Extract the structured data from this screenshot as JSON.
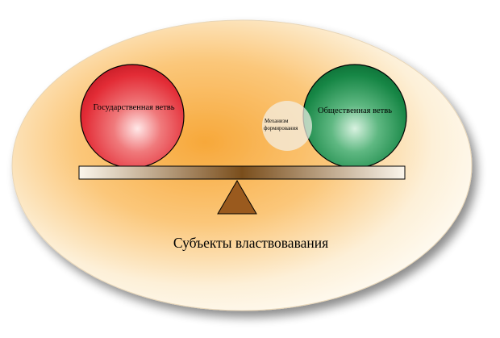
{
  "diagram": {
    "title": "Субъекты властвовавания",
    "left_ball": {
      "label": "Государственная ветвь"
    },
    "right_ball": {
      "label": "Общественная ветвь"
    },
    "mechanism": {
      "line1": "Механизм",
      "line2": "формирования"
    }
  },
  "colors": {
    "ellipse_center": "#f7a83a",
    "ellipse_edge": "#fdf8ea",
    "left_ball": "#e8303a",
    "right_ball": "#1a8a4a",
    "beam_light": "#fbf6ec",
    "beam_dark": "#6b4415",
    "fulcrum": "#9a5a1e"
  }
}
